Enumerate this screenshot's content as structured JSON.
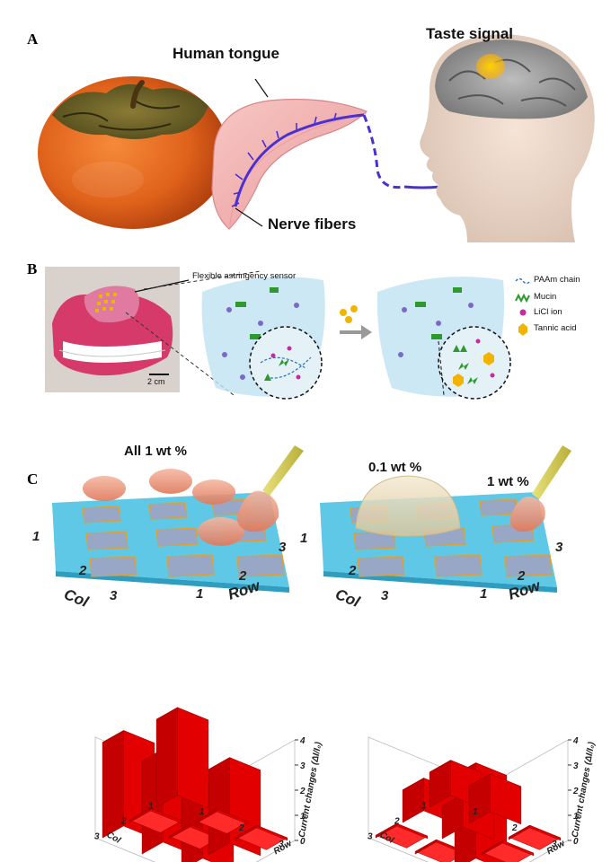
{
  "panels": {
    "a": "A",
    "b": "B",
    "c": "C"
  },
  "panel_a": {
    "human_tongue": "Human tongue",
    "taste_signal": "Taste signal",
    "nerve_fibers": "Nerve fibers",
    "colors": {
      "nerve": "#4a2fd6",
      "fruit": "#e06a1c",
      "tongue": "#f2aeb0"
    }
  },
  "panel_b": {
    "sensor_label": "Flexible astringency sensor",
    "scale_bar": "2 cm",
    "legend": [
      {
        "label": "PAAm chain",
        "icon": "dashed-line-icon",
        "color": "#2a6fb0"
      },
      {
        "label": "Mucin",
        "icon": "mucin-icon",
        "color": "#2e9a2e"
      },
      {
        "label": "LiCl ion",
        "icon": "dot-icon",
        "color": "#c62aa0"
      },
      {
        "label": "Tannic acid",
        "icon": "hexagon-icon",
        "color": "#f2b400"
      }
    ]
  },
  "panel_c": {
    "left_title": "All 1 wt %",
    "right_label_1": "0.1 wt %",
    "right_label_2": "1 wt %",
    "axis_col": "Col",
    "axis_row": "Row",
    "ticks": [
      "1",
      "2",
      "3"
    ]
  },
  "chart_data": [
    {
      "type": "bar",
      "subtype": "3d-bar",
      "x_axis_label": "Col",
      "y_axis_label": "Row",
      "zlabel": "Current changes (ΔI/I₀)",
      "z_ticks": [
        "0",
        "1",
        "2",
        "3",
        "4"
      ],
      "zlim": [
        0,
        4
      ],
      "cols": [
        "1",
        "2",
        "3"
      ],
      "rows": [
        "1",
        "2",
        "3"
      ],
      "values": [
        [
          3.5,
          0.1,
          3.8
        ],
        [
          0.1,
          0.1,
          3.7
        ],
        [
          0.1,
          3.4,
          3.3
        ]
      ]
    },
    {
      "type": "bar",
      "subtype": "3d-bar",
      "x_axis_label": "Col",
      "y_axis_label": "Row",
      "zlabel": "Current changes (ΔI/I₀)",
      "z_ticks": [
        "0",
        "1",
        "2",
        "3",
        "4"
      ],
      "zlim": [
        0,
        4
      ],
      "cols": [
        "1",
        "2",
        "3"
      ],
      "rows": [
        "1",
        "2",
        "3"
      ],
      "values": [
        [
          1.4,
          1.3,
          0.1
        ],
        [
          1.5,
          1.3,
          0.1
        ],
        [
          0.1,
          0.1,
          3.8
        ]
      ]
    }
  ]
}
